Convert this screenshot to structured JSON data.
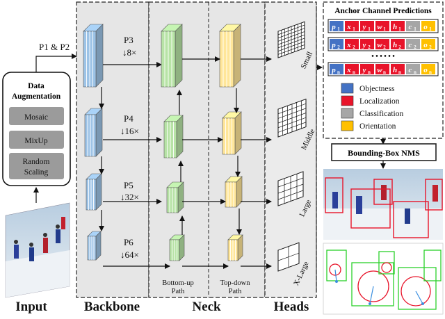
{
  "input": {
    "title": "Input",
    "p_label": "P1 & P2"
  },
  "augmentation": {
    "title_line1": "Data",
    "title_line2": "Augmentation",
    "items": [
      {
        "label": "Mosaic"
      },
      {
        "label": "MixUp"
      },
      {
        "label_line1": "Random",
        "label_line2": "Scaling"
      }
    ]
  },
  "backbone": {
    "title": "Backbone",
    "levels": [
      {
        "name": "P3",
        "stride": "↓8×"
      },
      {
        "name": "P4",
        "stride": "↓16×"
      },
      {
        "name": "P5",
        "stride": "↓32×"
      },
      {
        "name": "P6",
        "stride": "↓64×"
      }
    ]
  },
  "neck": {
    "title": "Neck",
    "bottom_up_line1": "Bottom-up",
    "bottom_up_line2": "Path",
    "top_down_line1": "Top-down",
    "top_down_line2": "Path"
  },
  "heads": {
    "title": "Heads",
    "grids": [
      {
        "label": "Small",
        "cells": 8
      },
      {
        "label": "Middle",
        "cells": 6
      },
      {
        "label": "Large",
        "cells": 4
      },
      {
        "label": "X-Large",
        "cells": 2
      }
    ]
  },
  "predictions": {
    "title": "Anchor Channel Predictions",
    "rows": [
      {
        "p": "p",
        "x": "x",
        "y": "y",
        "w": "w",
        "h": "h",
        "c": "c",
        "o": "o",
        "sub": "1"
      },
      {
        "p": "p",
        "x": "x",
        "y": "y",
        "w": "w",
        "h": "h",
        "c": "c",
        "o": "o",
        "sub": "2"
      },
      {
        "p": "p",
        "x": "x",
        "y": "y",
        "w": "w",
        "h": "h",
        "c": "c",
        "o": "o",
        "sub": "n"
      }
    ],
    "ellipsis": "• • • • • •",
    "legend": [
      {
        "label": "Objectness",
        "color": "#4472c4"
      },
      {
        "label": "Localization",
        "color": "#e8142a"
      },
      {
        "label": "Classification",
        "color": "#a6a6a6"
      },
      {
        "label": "Orientation",
        "color": "#ffc000"
      }
    ]
  },
  "nms": {
    "title": "Bounding-Box NMS"
  },
  "colors": {
    "backbone_block": "#9dc3e6",
    "neck_green": "#b7e3a6",
    "neck_yellow": "#ffe699",
    "panel": "#e6e6e6",
    "box_green": "#2bd12b",
    "circle_red": "#e8142a"
  }
}
